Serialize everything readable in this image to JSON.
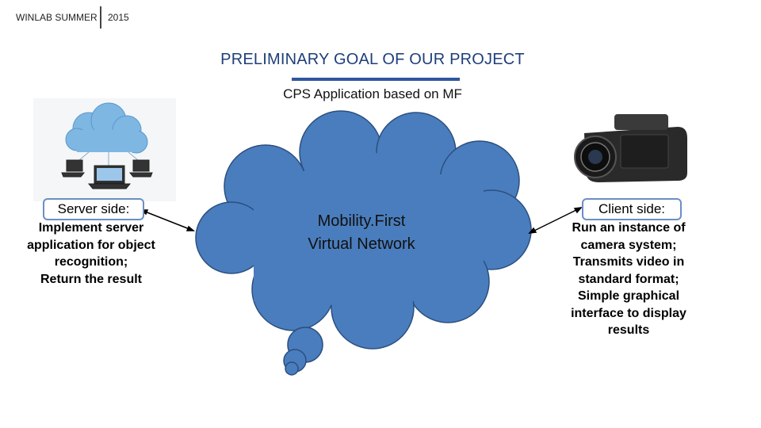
{
  "header": {
    "org": "WINLAB SUMMER",
    "year": "2015"
  },
  "slide": {
    "title": "PRELIMINARY GOAL OF OUR PROJECT",
    "subtitle": "CPS Application based on MF"
  },
  "network": {
    "line1": "Mobility.First",
    "line2": "Virtual Network"
  },
  "server": {
    "label": "Server side:",
    "lines": [
      "Implement server",
      "application for object",
      "recognition;",
      "Return the result"
    ]
  },
  "client": {
    "label": "Client side:",
    "lines": [
      "Run an instance of",
      "camera system;",
      "Transmits video in",
      "standard format;",
      "Simple graphical",
      "interface to display",
      "results"
    ]
  },
  "colors": {
    "cloud_fill": "#4a7dbd",
    "cloud_stroke": "#2b4f80",
    "title": "#1f3f7a",
    "accent": "#2f56a0"
  },
  "icons": {
    "server": "cloud-computing-icon",
    "client": "video-camera-icon",
    "connector": "double-arrow-icon"
  }
}
